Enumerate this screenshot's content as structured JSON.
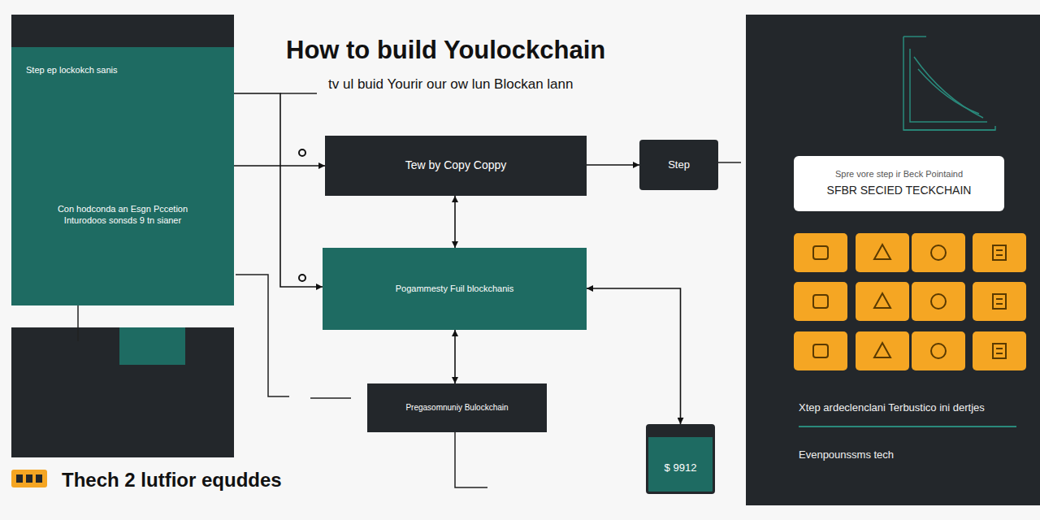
{
  "diagram": {
    "title": "How to build Youlockchain",
    "nodes": [
      {
        "text": [
          "Step ep lockokch sanis"
        ]
      },
      {
        "text": [
          "Con hodconda an Esgn Pccetion Inturodoos sonsds 9 tn sianer"
        ]
      },
      {
        "text": [
          "Tew by Copy Coppy"
        ]
      },
      {
        "text": [
          "Step"
        ]
      },
      {
        "text": [
          "Pogammesty Fuil blockchanis"
        ]
      },
      {
        "text": [
          "Pregasomnuniy Bulockchain"
        ]
      },
      {
        "text": [
          "$ 9912"
        ]
      },
      {
        "text": [
          "Spre vore step ir Beck Pointaind",
          "SFBR SECIED TECKCHAIN"
        ]
      }
    ],
    "edges": [
      {
        "from": 1,
        "to": 2,
        "arrow": "to"
      },
      {
        "from": 2,
        "to": 3,
        "arrow": "to"
      },
      {
        "from": 2,
        "to": 4,
        "arrow": "both"
      },
      {
        "from": 4,
        "to": 5,
        "arrow": "both"
      },
      {
        "from": 0,
        "to": 4,
        "arrow": "to"
      },
      {
        "from": 4,
        "to": 6,
        "arrow": "both"
      }
    ],
    "labels": [
      "tv ul buid Yourir our ow lun Blockan lann",
      "Xtep ardeclenclani Terbustico ini dertjes",
      "Evenpounssms tech",
      "Thech 2 lutfior equddes"
    ]
  }
}
